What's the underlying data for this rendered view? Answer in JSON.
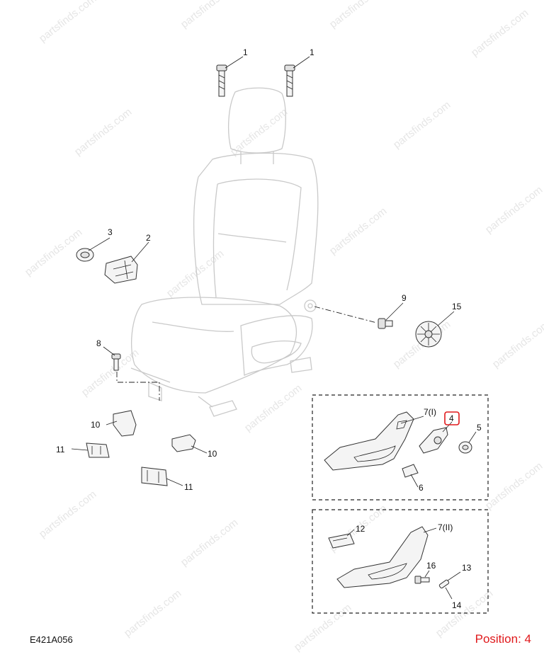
{
  "figure_code": "E421A056",
  "position_label": "Position: 4",
  "watermark_text": "partsfinds.com",
  "highlight_color": "#e0191c",
  "callouts": {
    "c1a": "1",
    "c1b": "1",
    "c2": "2",
    "c3": "3",
    "c4": "4",
    "c5": "5",
    "c6": "6",
    "c7a": "7(I)",
    "c7b": "7(II)",
    "c8": "8",
    "c9": "9",
    "c10a": "10",
    "c10b": "10",
    "c11a": "11",
    "c11b": "11",
    "c12": "12",
    "c13": "13",
    "c14": "14",
    "c15": "15",
    "c16": "16"
  },
  "highlighted_callout": "4"
}
